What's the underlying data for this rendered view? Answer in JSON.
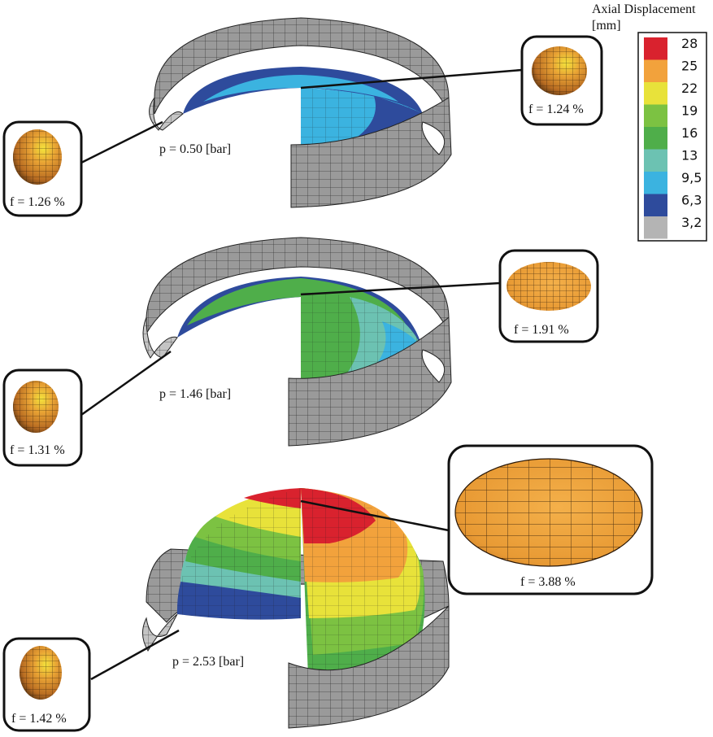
{
  "legend": {
    "title_line1": "Axial Displacement",
    "title_line2": "[mm]",
    "ticks": [
      "28",
      "25",
      "22",
      "19",
      "16",
      "13",
      "9,5",
      "6,3",
      "3,2"
    ],
    "colors": [
      "#d9222e",
      "#f2a23c",
      "#e8e23a",
      "#7cc242",
      "#4fae4a",
      "#6cc2b2",
      "#3bb3e0",
      "#2e4b9c",
      "#b4b4b4"
    ]
  },
  "stages": [
    {
      "pressure_label": "p = 0.50 [bar]",
      "cell_left_label": "f = 1.26 %",
      "cell_right_label": "f = 1.24 %"
    },
    {
      "pressure_label": "p = 1.46 [bar]",
      "cell_left_label": "f = 1.31 %",
      "cell_right_label": "f = 1.91 %"
    },
    {
      "pressure_label": "p = 2.53 [bar]",
      "cell_left_label": "f = 1.42 %",
      "cell_right_label": "f = 3.88 %"
    }
  ]
}
